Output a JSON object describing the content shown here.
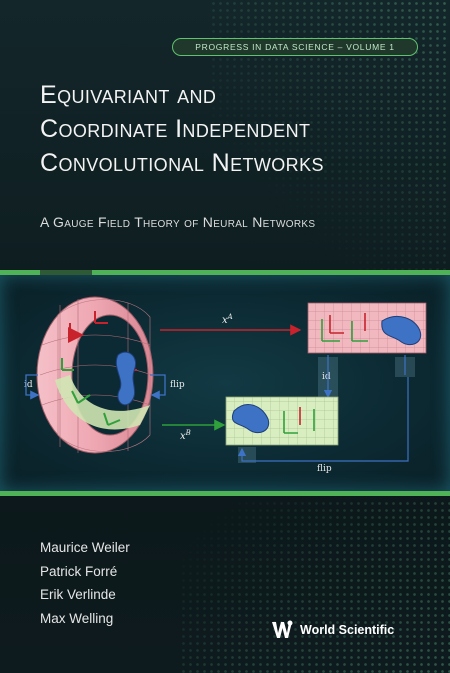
{
  "series": {
    "label": "Progress in Data Science – Volume 1"
  },
  "title": {
    "line1": "Equivariant and",
    "line2": "Coordinate Independent",
    "line3": "Convolutional Networks"
  },
  "subtitle": "A Gauge Field Theory of Neural Networks",
  "figure": {
    "label_xa": "x",
    "label_xa_sup": "A",
    "label_xb": "x",
    "label_xb_sup": "B",
    "label_id_left": "id",
    "label_flip_left": "flip",
    "label_id_right": "id",
    "label_flip_bottom": "flip"
  },
  "authors": [
    "Maurice Weiler",
    "Patrick Forré",
    "Erik Verlinde",
    "Max Welling"
  ],
  "publisher": {
    "name": "World Scientific",
    "logo_icon": "world-scientific-logo-icon"
  },
  "colors": {
    "background": "#0e1a1d",
    "accent_green": "#4fb257",
    "badge_border": "#5fc26f",
    "red_chart": "#f2b8c0",
    "green_chart": "#d8eec0",
    "arrow_red": "#c8232c",
    "arrow_green": "#2fa03a",
    "arrow_blue": "#3d72c4"
  }
}
